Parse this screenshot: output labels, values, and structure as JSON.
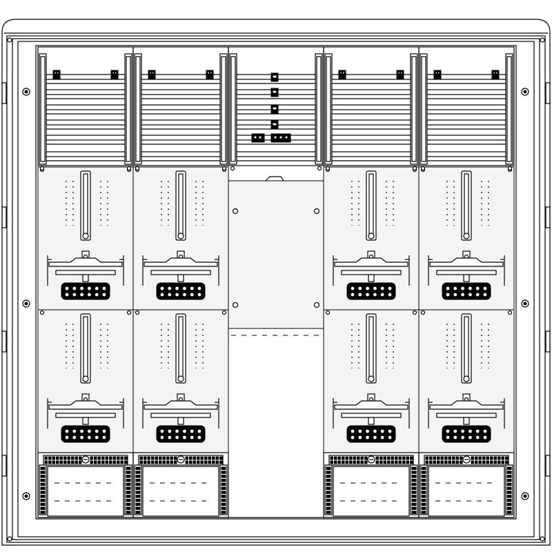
{
  "drawing": {
    "subject": "meter-cabinet-elevation",
    "columns": [
      {
        "id": "col-1",
        "kind": "meter",
        "modules": [
          "busbar-rail",
          "meter-board",
          "meter-board",
          "terminal-block"
        ]
      },
      {
        "id": "col-2",
        "kind": "meter",
        "modules": [
          "busbar-rail",
          "meter-board",
          "meter-board",
          "terminal-block"
        ]
      },
      {
        "id": "col-3",
        "kind": "distribution",
        "modules": [
          "busbar-rail",
          "blank-cover",
          "blank"
        ]
      },
      {
        "id": "col-4",
        "kind": "meter",
        "modules": [
          "busbar-rail",
          "meter-board",
          "meter-board",
          "terminal-block"
        ]
      },
      {
        "id": "col-5",
        "kind": "meter",
        "modules": [
          "busbar-rail",
          "meter-board",
          "meter-board",
          "terminal-block"
        ]
      }
    ],
    "line_color": "#000000",
    "panel_color": "#f4f4f4",
    "background_color": "#ffffff"
  }
}
